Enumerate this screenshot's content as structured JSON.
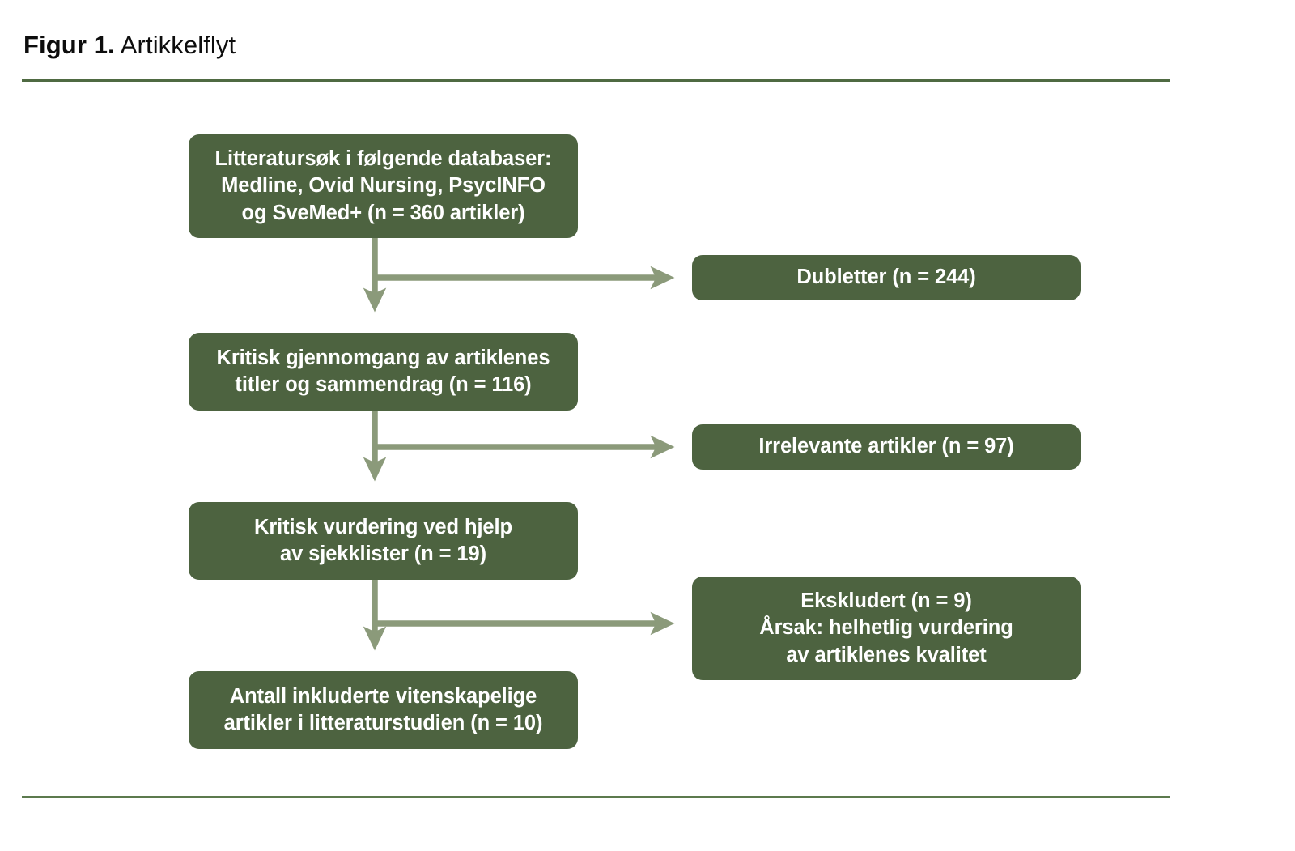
{
  "figure": {
    "label": "Figur 1.",
    "title": "Artikkelflyt"
  },
  "colors": {
    "box_fill": "#4d6340",
    "box_text": "#ffffff",
    "arrow": "#8b9a7a",
    "rule_top": "#4f6a42",
    "rule_bottom": "#5c7a4e",
    "page_background": "#ffffff",
    "caption_text": "#0d0d0d"
  },
  "flow": {
    "boxes": [
      {
        "id": "search",
        "column": "left",
        "lines": [
          "Litteratursøk i følgende databaser:",
          "Medline, Ovid Nursing, PsycINFO",
          "og SveMed+ (n = 360 artikler)"
        ],
        "n": 360
      },
      {
        "id": "dupes",
        "column": "right",
        "lines": [
          "Dubletter (n = 244)"
        ],
        "n": 244
      },
      {
        "id": "screen",
        "column": "left",
        "lines": [
          "Kritisk gjennomgang av artiklenes",
          "titler og sammendrag (n = 116)"
        ],
        "n": 116
      },
      {
        "id": "irrelevant",
        "column": "right",
        "lines": [
          "Irrelevante artikler (n = 97)"
        ],
        "n": 97
      },
      {
        "id": "appraisal",
        "column": "left",
        "lines": [
          "Kritisk vurdering ved hjelp",
          "av sjekklister (n = 19)"
        ],
        "n": 19
      },
      {
        "id": "excluded",
        "column": "right",
        "lines": [
          "Ekskludert (n = 9)",
          "Årsak: helhetlig vurdering",
          "av artiklenes kvalitet"
        ],
        "n": 9
      },
      {
        "id": "included",
        "column": "left",
        "lines": [
          "Antall inkluderte vitenskapelige",
          "artikler i litteraturstudien (n = 10)"
        ],
        "n": 10
      }
    ],
    "connectors": [
      {
        "id": "search-to-screen",
        "kind": "down-arrow",
        "from": "search",
        "to": "screen"
      },
      {
        "id": "search-to-dupes",
        "kind": "right-arrow",
        "from": "search",
        "to": "dupes"
      },
      {
        "id": "screen-to-appraisal",
        "kind": "down-arrow",
        "from": "screen",
        "to": "appraisal"
      },
      {
        "id": "screen-to-irrelevant",
        "kind": "right-arrow",
        "from": "screen",
        "to": "irrelevant"
      },
      {
        "id": "appraisal-to-included",
        "kind": "down-arrow",
        "from": "appraisal",
        "to": "included"
      },
      {
        "id": "appraisal-to-excluded",
        "kind": "right-arrow",
        "from": "appraisal",
        "to": "excluded"
      }
    ]
  },
  "chart_data": {
    "type": "diagram",
    "title": "Figur 1. Artikkelflyt",
    "diagram_kind": "PRISMA-style article flow chart",
    "stages": [
      {
        "stage": "Litteratursøk i følgende databaser: Medline, Ovid Nursing, PsycINFO og SveMed+",
        "count": 360,
        "unit": "artikler"
      },
      {
        "stage": "Kritisk gjennomgang av artiklenes titler og sammendrag",
        "count": 116,
        "unit": "artikler"
      },
      {
        "stage": "Kritisk vurdering ved hjelp av sjekklister",
        "count": 19,
        "unit": "artikler"
      },
      {
        "stage": "Antall inkluderte vitenskapelige artikler i litteraturstudien",
        "count": 10,
        "unit": "artikler"
      }
    ],
    "exclusions": [
      {
        "reason": "Dubletter",
        "count": 244,
        "after_stage": "Litteratursøk"
      },
      {
        "reason": "Irrelevante artikler",
        "count": 97,
        "after_stage": "Kritisk gjennomgang av titler og sammendrag"
      },
      {
        "reason": "Ekskludert — Årsak: helhetlig vurdering av artiklenes kvalitet",
        "count": 9,
        "after_stage": "Kritisk vurdering ved hjelp av sjekklister"
      }
    ]
  }
}
